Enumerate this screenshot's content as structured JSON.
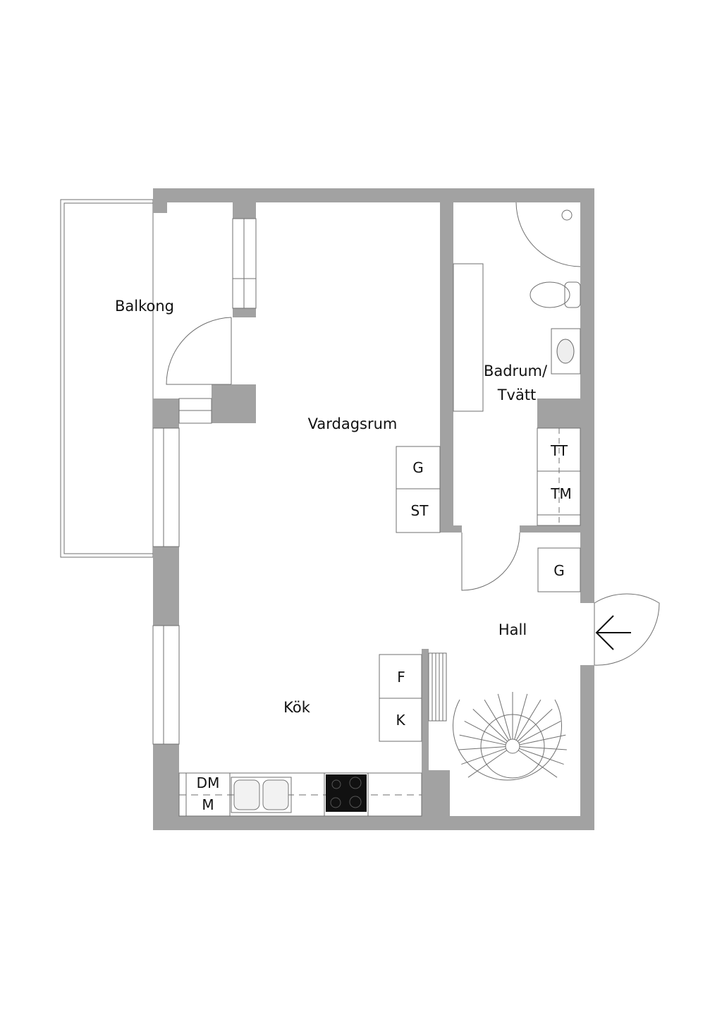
{
  "rooms": {
    "balcony": "Balkong",
    "living": "Vardagsrum",
    "bath_line1": "Badrum/",
    "bath_line2": "Tvätt",
    "hall": "Hall",
    "kitchen": "Kök"
  },
  "fixtures": {
    "wardrobe_living": "G",
    "storage_living": "ST",
    "dryer": "TT",
    "washer": "TM",
    "wardrobe_hall": "G",
    "freezer": "F",
    "fridge": "K",
    "dishwasher": "DM",
    "microwave": "M"
  },
  "colors": {
    "wall": "#a2a2a2",
    "line": "#6f6f6f"
  }
}
